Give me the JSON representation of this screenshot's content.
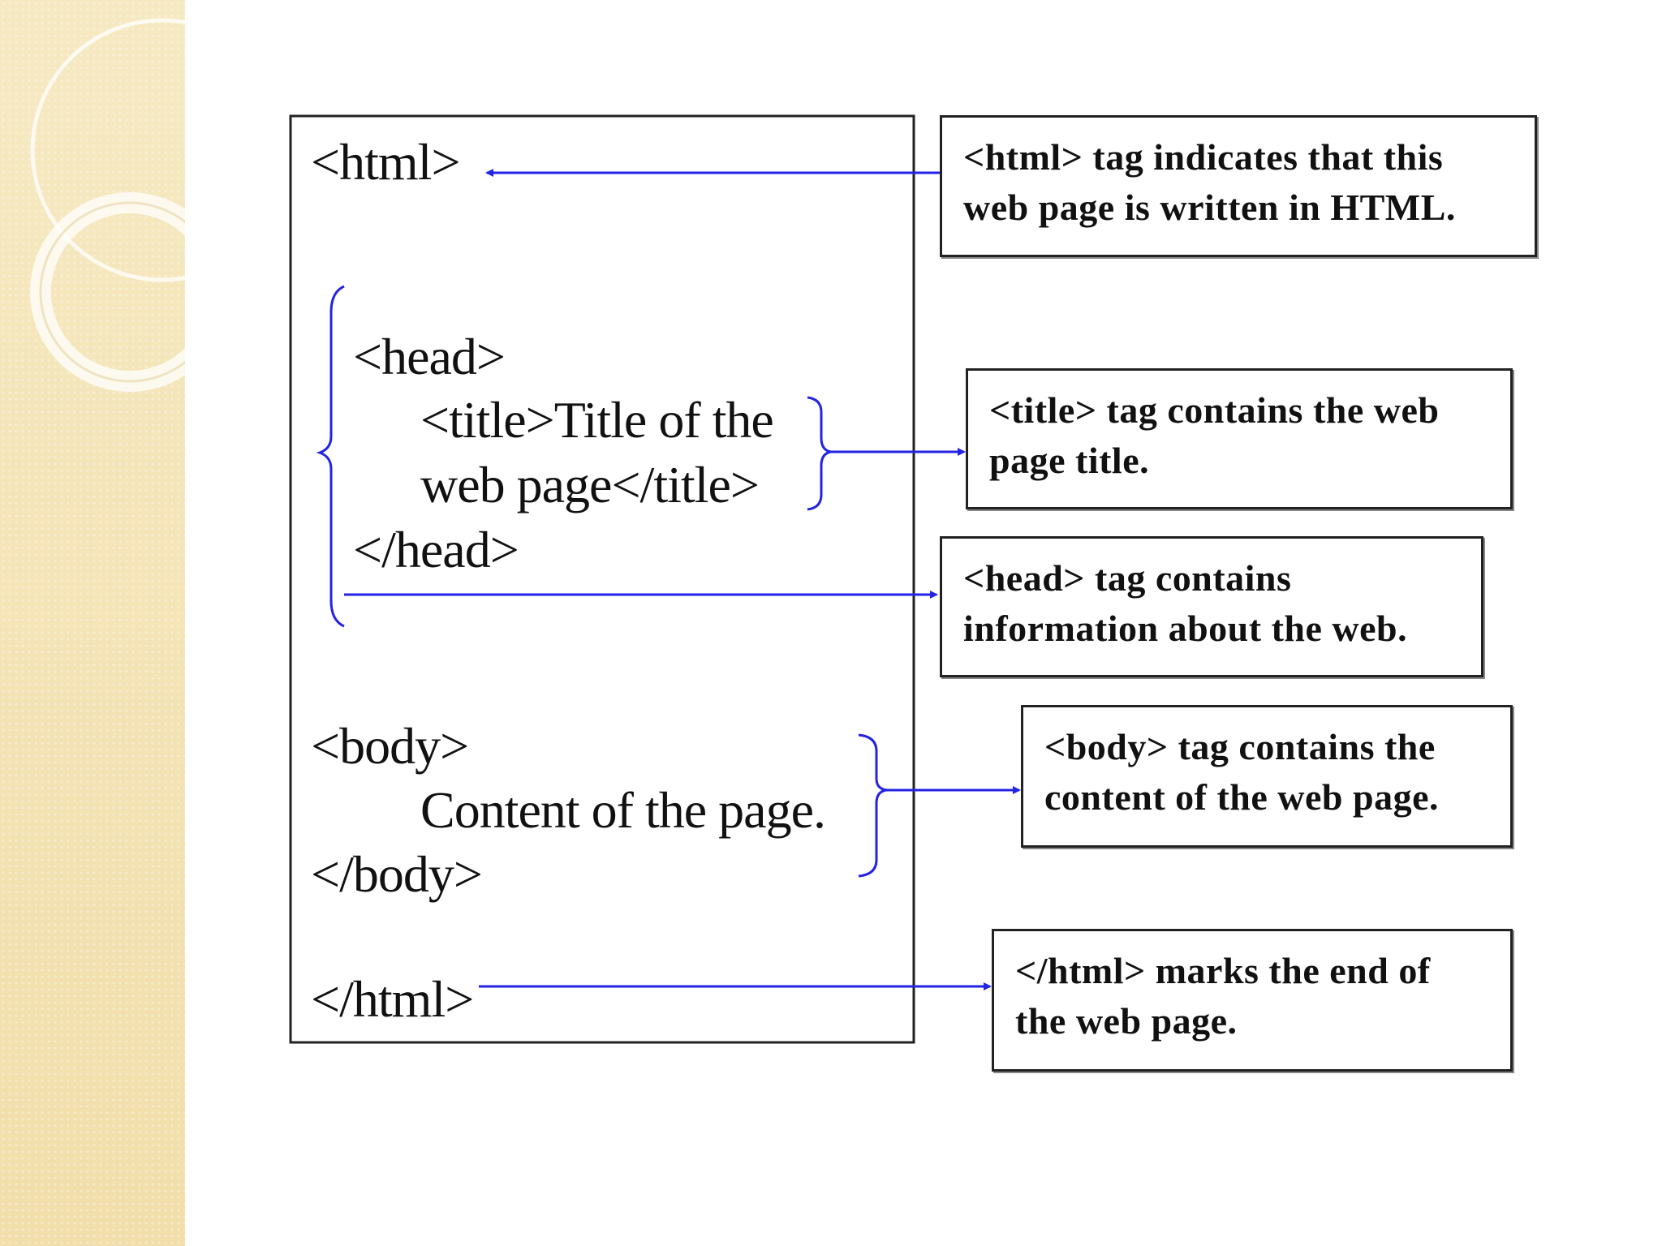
{
  "code": {
    "html_open": "<html>",
    "head_open": "<head>",
    "title_line1": "<title>Title of the",
    "title_line2": "web page</title>",
    "head_close": "</head>",
    "body_open": "<body>",
    "body_content": "Content of the page.",
    "body_close": "</body>",
    "html_close": "</html>"
  },
  "notes": {
    "html": {
      "line1": "<html> tag indicates that this",
      "line2": "web page is written in HTML."
    },
    "title": {
      "line1": "<title> tag contains the web",
      "line2": "page title."
    },
    "head": {
      "line1": "<head> tag contains",
      "line2": "information about the web."
    },
    "body": {
      "line1": "<body> tag contains the",
      "line2": "content of the web page."
    },
    "end": {
      "line1": "</html> marks the end of",
      "line2": "the web page."
    }
  },
  "colors": {
    "arrow": "#2323e6",
    "border": "#222222",
    "band": "#f3e3b5"
  }
}
